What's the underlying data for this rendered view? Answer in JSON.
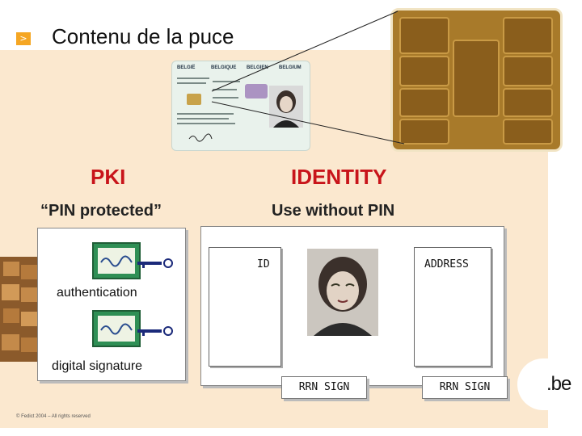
{
  "slide": {
    "marker": ">",
    "title": "Contenu de la puce",
    "copyright": "© Fedict 2004 – All rights reserved"
  },
  "id_card": {
    "words": [
      "BELGIË",
      "BELGIQUE",
      "BELGIEN",
      "BELGIUM"
    ]
  },
  "pki": {
    "heading": "PKI",
    "subheading": "“PIN protected”",
    "items": [
      {
        "label": "authentication"
      },
      {
        "label": "digital signature"
      }
    ]
  },
  "identity": {
    "heading": "IDENTITY",
    "subheading": "Use without PIN",
    "docs": [
      {
        "label": "ID"
      },
      {
        "label": "ADDRESS"
      }
    ],
    "rrn_labels": [
      "RRN SIGN",
      "RRN SIGN"
    ]
  },
  "logo": {
    "text": ".be"
  },
  "colors": {
    "heading_red": "#c8141a",
    "panel_bg": "#fbe8cf",
    "chip_gold": "#a87a2a"
  }
}
